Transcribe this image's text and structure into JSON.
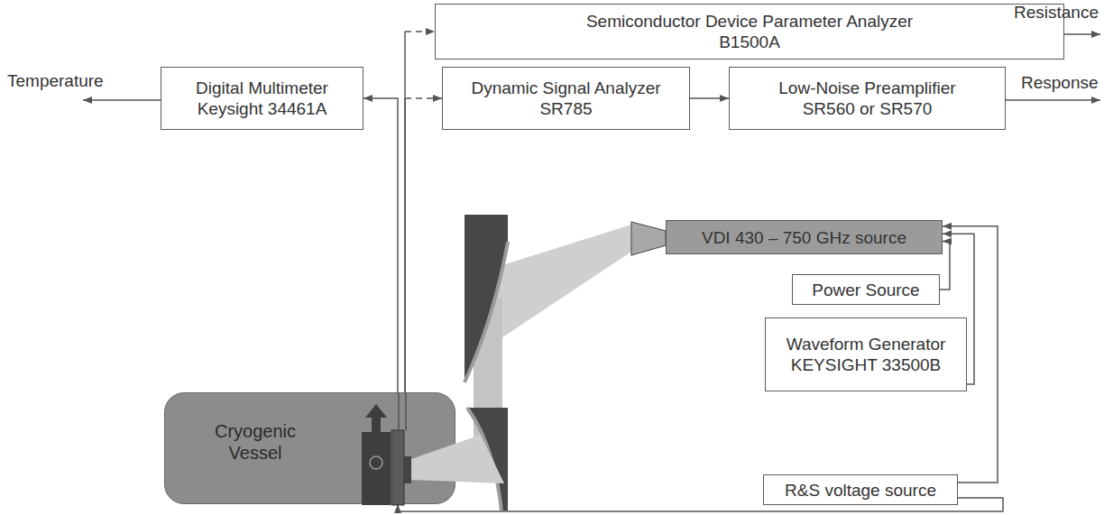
{
  "diagram": {
    "nodes": [
      {
        "text": [
          "Semiconductor Device Parameter Analyzer",
          "B1500A"
        ]
      },
      {
        "text": [
          "Digital Multimeter",
          "Keysight 34461A"
        ]
      },
      {
        "text": [
          "Dynamic Signal Analyzer",
          "SR785"
        ]
      },
      {
        "text": [
          "Low-Noise Preamplifier",
          "SR560 or SR570"
        ]
      },
      {
        "text": [
          "VDI 430 – 750 GHz source"
        ]
      },
      {
        "text": [
          "Power Source"
        ]
      },
      {
        "text": [
          "Waveform Generator",
          "KEYSIGHT 33500B"
        ]
      },
      {
        "text": [
          "R&S voltage source"
        ]
      },
      {
        "text": [
          "Cryogenic Vessel"
        ]
      }
    ],
    "edges": [
      {
        "from": 8,
        "to": 1,
        "arrow": "to"
      },
      {
        "from": 8,
        "to": 0,
        "arrow": "to"
      },
      {
        "from": 8,
        "to": 2,
        "arrow": "to"
      },
      {
        "from": 2,
        "to": 3,
        "arrow": "to"
      },
      {
        "from": 5,
        "to": 4,
        "arrow": "to"
      },
      {
        "from": 6,
        "to": 4,
        "arrow": "to"
      },
      {
        "from": 7,
        "to": 4,
        "arrow": "to"
      },
      {
        "from": 7,
        "to": 8,
        "arrow": "to"
      }
    ],
    "labels": [
      "Resistance",
      "Temperature",
      "Response"
    ]
  }
}
